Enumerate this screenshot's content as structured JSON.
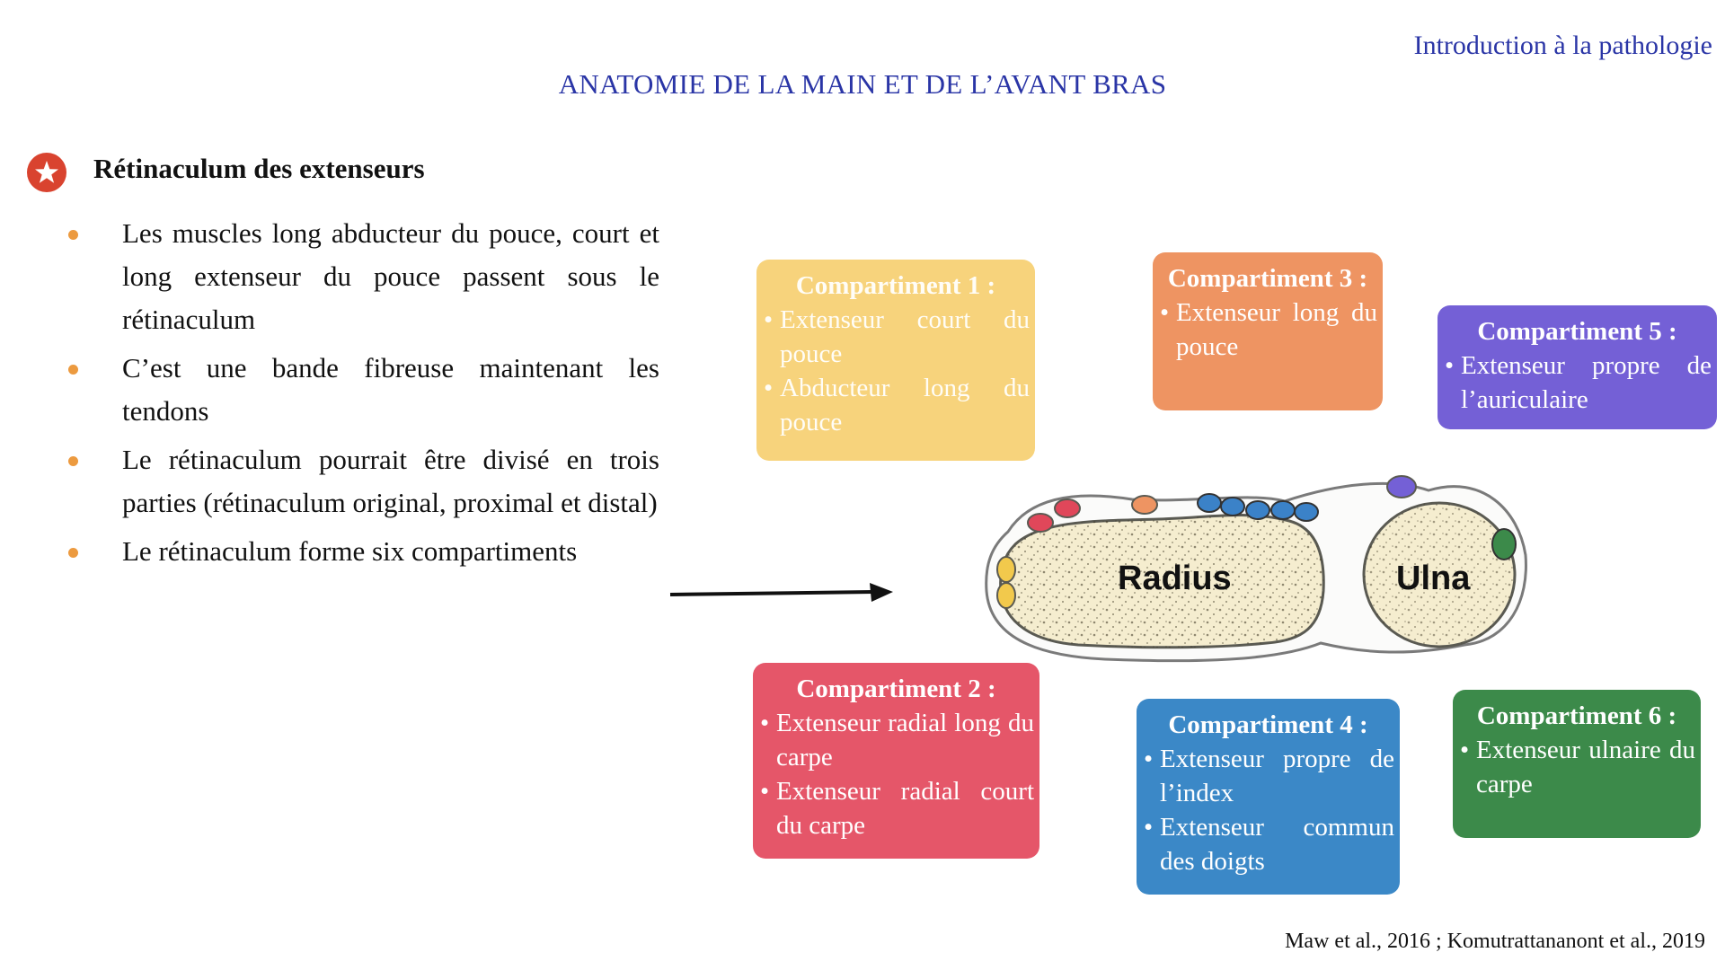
{
  "header": {
    "context_label": "Introduction à la pathologie",
    "title": "ANATOMIE DE LA MAIN ET DE L’AVANT BRAS"
  },
  "section": {
    "heading": "Rétinaculum des extenseurs",
    "badge_icon": "star-icon",
    "bullets": [
      "Les muscles long abducteur du pouce, court et long extenseur du pouce passent sous le rétinaculum",
      "C’est une bande fibreuse maintenant les tendons",
      "Le rétinaculum pourrait être divisé en trois parties (rétinaculum original, proximal et distal)",
      "Le rétinaculum forme six compartiments"
    ]
  },
  "compartments": [
    {
      "title": "Compartiment 1 :",
      "items": [
        "Extenseur court du pouce",
        "Abducteur long du pouce"
      ],
      "color": "#f7d37c"
    },
    {
      "title": "Compartiment 2 :",
      "items": [
        "Extenseur radial long du carpe",
        "Extenseur radial court du carpe"
      ],
      "color": "#e55669"
    },
    {
      "title": "Compartiment 3 :",
      "items": [
        "Extenseur long du pouce"
      ],
      "color": "#ee9462"
    },
    {
      "title": "Compartiment 4 :",
      "items": [
        "Extenseur propre de l’index",
        "Extenseur commun des doigts"
      ],
      "color": "#3b88c7"
    },
    {
      "title": "Compartiment 5 :",
      "items": [
        "Extenseur propre de l’auriculaire"
      ],
      "color": "#7460d6"
    },
    {
      "title": "Compartiment 6 :",
      "items": [
        "Extenseur ulnaire du carpe"
      ],
      "color": "#3c8a4a"
    }
  ],
  "diagram": {
    "radius_label": "Radius",
    "ulna_label": "Ulna"
  },
  "citation": "Maw et al., 2016 ; Komutrattananont et al., 2019",
  "colors": {
    "title": "#2a35a6",
    "bullet": "#ec9a3f",
    "badge": "#d9432f"
  }
}
